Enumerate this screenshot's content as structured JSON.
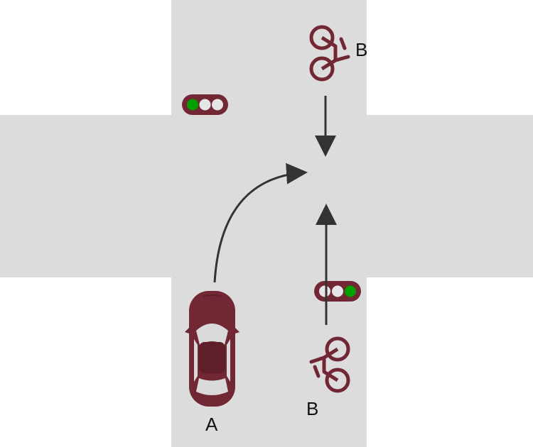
{
  "colors": {
    "road": "#dcdcdc",
    "vehicle": "#722735",
    "arrow": "#333333",
    "signal_housing": "#722735",
    "signal_off": "#e6e6e6",
    "signal_green": "#00a000"
  },
  "labels": {
    "car": "A",
    "bike_top": "B",
    "bike_bottom": "B"
  },
  "signals": {
    "top_left": {
      "lit": "left",
      "color_name": "green"
    },
    "bottom_right": {
      "lit": "right",
      "color_name": "green"
    }
  },
  "icons": {
    "car": "car-top-view-icon",
    "bike_top": "bicycle-icon",
    "bike_bottom": "bicycle-icon"
  }
}
